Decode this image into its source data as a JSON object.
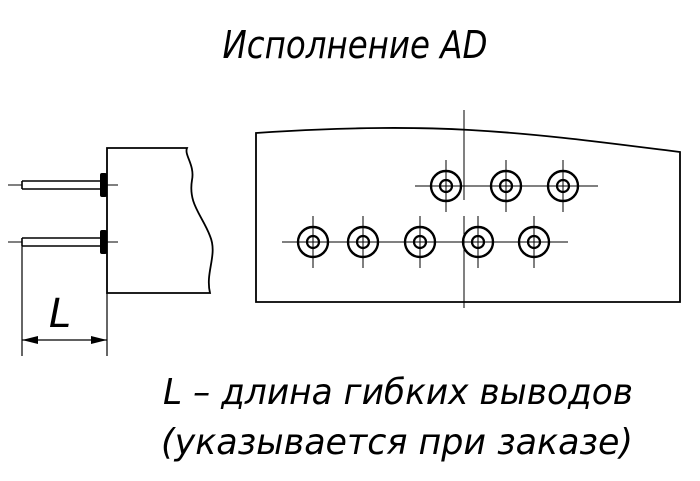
{
  "title": "Исполнение AD",
  "dimension_label": "L",
  "legend": {
    "line1": "L – длина гибких выводов",
    "line2": "(указывается при заказе)"
  },
  "colors": {
    "ink": "#000000",
    "background": "#ffffff"
  }
}
